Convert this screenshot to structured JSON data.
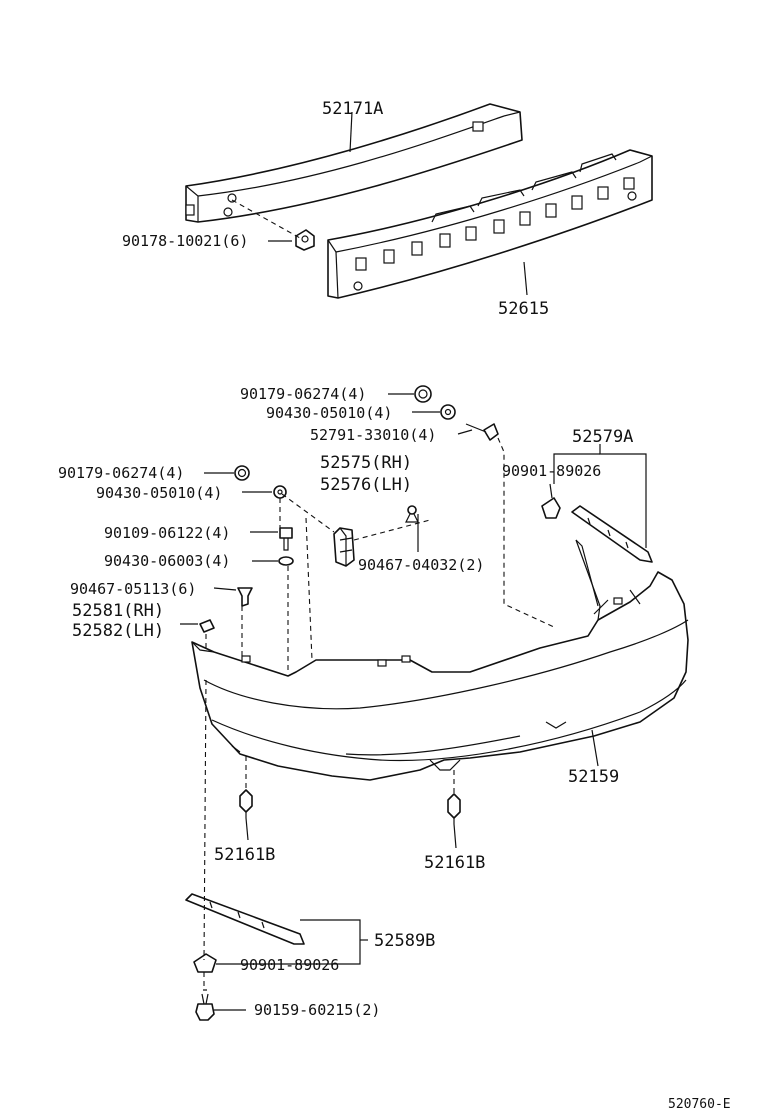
{
  "labels": {
    "reinforcement": "52171A",
    "nut_upper": "90178-10021(6)",
    "absorber": "52615",
    "nut_a": "90179-06274(4)",
    "washer_a": "90430-05010(4)",
    "bolt_a": "52791-33010(4)",
    "retainer_group": "52579A",
    "clip_upper": "90901-89026",
    "nut_b": "90179-06274(4)",
    "washer_b": "90430-05010(4)",
    "bracket_rh": "52575(RH)",
    "bracket_lh": "52576(LH)",
    "bolt_b": "90109-06122(4)",
    "washer_c": "90430-06003(4)",
    "clip_side": "90467-04032(2)",
    "clip_b": "90467-05113(6)",
    "seal_rh": "52581(RH)",
    "seal_lh": "52582(LH)",
    "cover": "52159",
    "clip_low_left": "52161B",
    "clip_low_right": "52161B",
    "retainer_lower": "52589B",
    "clip_lower": "90901-89026",
    "screw": "90159-60215(2)",
    "figure_code": "520760-E"
  }
}
